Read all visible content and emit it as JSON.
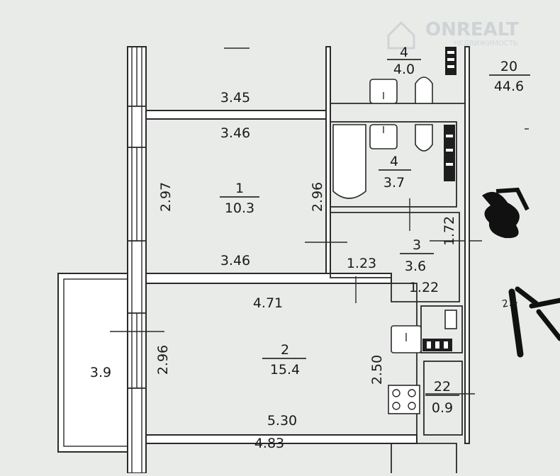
{
  "watermark": {
    "brand": "ONREALT",
    "tagline": "НЕДВИЖИМОСТЬ"
  },
  "rooms": [
    {
      "id": "room-1",
      "number": "1",
      "area": "10.3"
    },
    {
      "id": "room-2",
      "number": "2",
      "area": "15.4"
    },
    {
      "id": "room-3",
      "number": "3",
      "area": "3.6"
    },
    {
      "id": "room-4-top",
      "number": "4",
      "area": "4.0"
    },
    {
      "id": "room-4-bath",
      "number": "4",
      "area": "3.7"
    },
    {
      "id": "room-20",
      "number": "20",
      "area": "44.6"
    },
    {
      "id": "room-22",
      "number": "22",
      "area": "0.9"
    }
  ],
  "dimensions": {
    "d_345": "3.45",
    "d_346_top": "3.46",
    "d_346_bottom": "3.46",
    "d_297": "2.97",
    "d_296_room1": "2.96",
    "d_296_room2": "2.96",
    "d_172": "1.72",
    "d_123": "1.23",
    "d_122": "1.22",
    "d_471": "4.71",
    "d_250": "2.50",
    "d_530": "5.30",
    "d_483": "4.83",
    "balcony": "3.9",
    "partial_right": "2.4"
  },
  "colors": {
    "background": "#e9ebe9",
    "wall": "#ffffff",
    "ink": "#1a1a1a",
    "marker": "#111111"
  }
}
